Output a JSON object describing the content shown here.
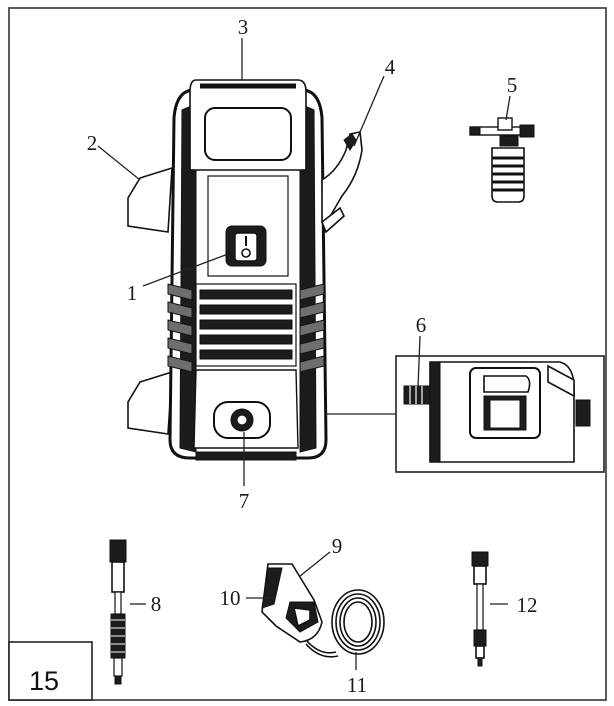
{
  "page_number": "15",
  "callouts": [
    {
      "id": "1",
      "label": "1"
    },
    {
      "id": "2",
      "label": "2"
    },
    {
      "id": "3",
      "label": "3"
    },
    {
      "id": "4",
      "label": "4"
    },
    {
      "id": "5",
      "label": "5"
    },
    {
      "id": "6",
      "label": "6"
    },
    {
      "id": "7",
      "label": "7"
    },
    {
      "id": "8",
      "label": "8"
    },
    {
      "id": "9",
      "label": "9"
    },
    {
      "id": "10",
      "label": "10"
    },
    {
      "id": "11",
      "label": "11"
    },
    {
      "id": "12",
      "label": "12"
    }
  ]
}
